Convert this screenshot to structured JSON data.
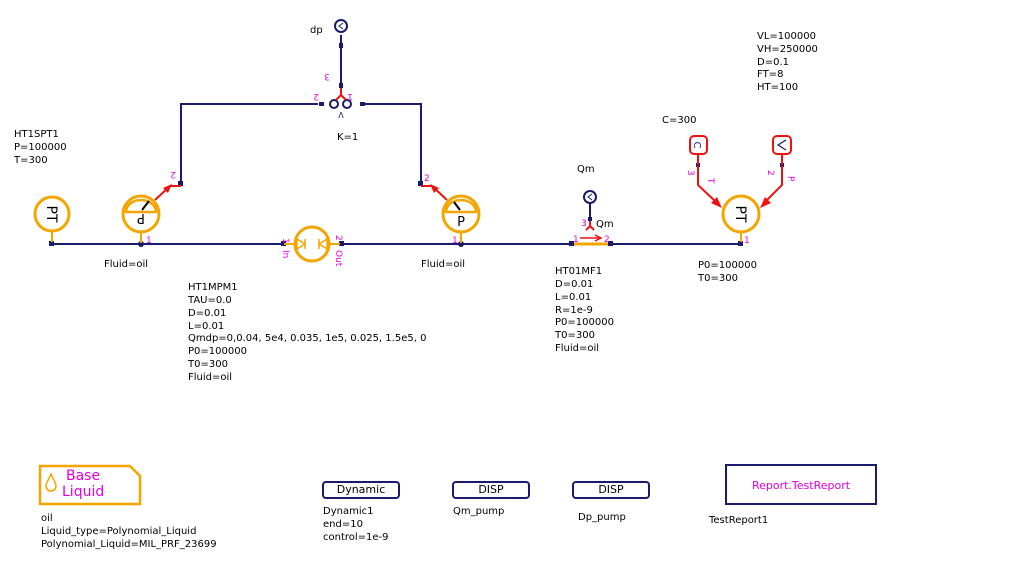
{
  "colors": {
    "wire": "#1a1a6e",
    "component": "#f5a500",
    "signal": "#ee1111",
    "port_label": "#e000e0"
  },
  "sensors": {
    "dp_label": "dp",
    "qm_label": "Qm",
    "qm_port_label": "Qm"
  },
  "components": {
    "source": {
      "name": "HT1SPT1",
      "params": "P=100000\nT=300",
      "symbol": "PT"
    },
    "pressure_left": {
      "symbol": "P",
      "fluid": "Fluid=oil",
      "port1": "1",
      "port2": "2"
    },
    "pressure_right": {
      "symbol": "P",
      "fluid": "Fluid=oil",
      "port1": "1",
      "port2": "2"
    },
    "pump": {
      "port_in": "1",
      "port_out": "2",
      "in_label": "In",
      "out_label": "Out",
      "name": "HT1MPM1",
      "params": "TAU=0.0\nD=0.01\nL=0.01\nQmdp=0,0.04, 5e4, 0.035, 1e5, 0.025, 1.5e5, 0\nP0=100000\nT0=300\nFluid=oil"
    },
    "diff": {
      "port1": "1",
      "port2": "2",
      "port3": "3",
      "k_param": "K=1",
      "symbol": "V"
    },
    "flowmeter": {
      "port1": "1",
      "port2": "2",
      "port3": "3",
      "name": "HT01MF1",
      "params": "D=0.01\nL=0.01\nR=1e-9\nP0=100000\nT0=300\nFluid=oil"
    },
    "sink": {
      "symbol": "PT",
      "port1": "1",
      "port2": "2",
      "port3": "3",
      "t_label": "T",
      "p_label": "P",
      "params": "P0=100000\nT0=300"
    },
    "const": {
      "symbol": "C",
      "param": "C=300"
    },
    "ramp": {
      "params": "VL=100000\nVH=250000\nD=0.1\nFT=8\nHT=100"
    }
  },
  "blocks": {
    "base_liquid": {
      "label_line1": "Base",
      "label_line2": "Liquid",
      "params": "oil\nLiquid_type=Polynomial_Liquid\nPolynomial_Liquid=MIL_PRF_23699"
    },
    "dynamic": {
      "label": "Dynamic",
      "params": "Dynamic1\nend=10\ncontrol=1e-9"
    },
    "disp_qm": {
      "label": "DISP",
      "name": "Qm_pump"
    },
    "disp_dp": {
      "label": "DISP",
      "name": "Dp_pump"
    },
    "report": {
      "label": "Report.TestReport",
      "name": "TestReport1"
    }
  }
}
